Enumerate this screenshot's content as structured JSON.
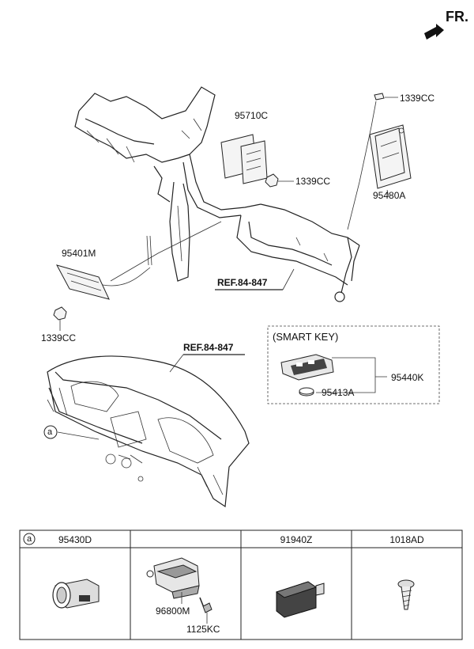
{
  "header": {
    "direction": "FR."
  },
  "callouts": {
    "p95710C": "95710C",
    "p1339CC_top": "1339CC",
    "p1339CC_mid": "1339CC",
    "p95480A": "95480A",
    "p95401M": "95401M",
    "p1339CC_left": "1339CC",
    "ref_upper": "REF.84-847",
    "ref_lower": "REF.84-847",
    "smart_key_title": "(SMART KEY)",
    "p95440K": "95440K",
    "p95413A": "95413A",
    "circle_a": "a"
  },
  "table": {
    "marker": "a",
    "headers": [
      "95430D",
      "",
      "91940Z",
      "1018AD"
    ],
    "sub_labels": {
      "p96800M": "96800M",
      "p1125KC": "1125KC"
    }
  },
  "icons": [
    "front-arrow-icon",
    "circle-a-marker-icon"
  ]
}
